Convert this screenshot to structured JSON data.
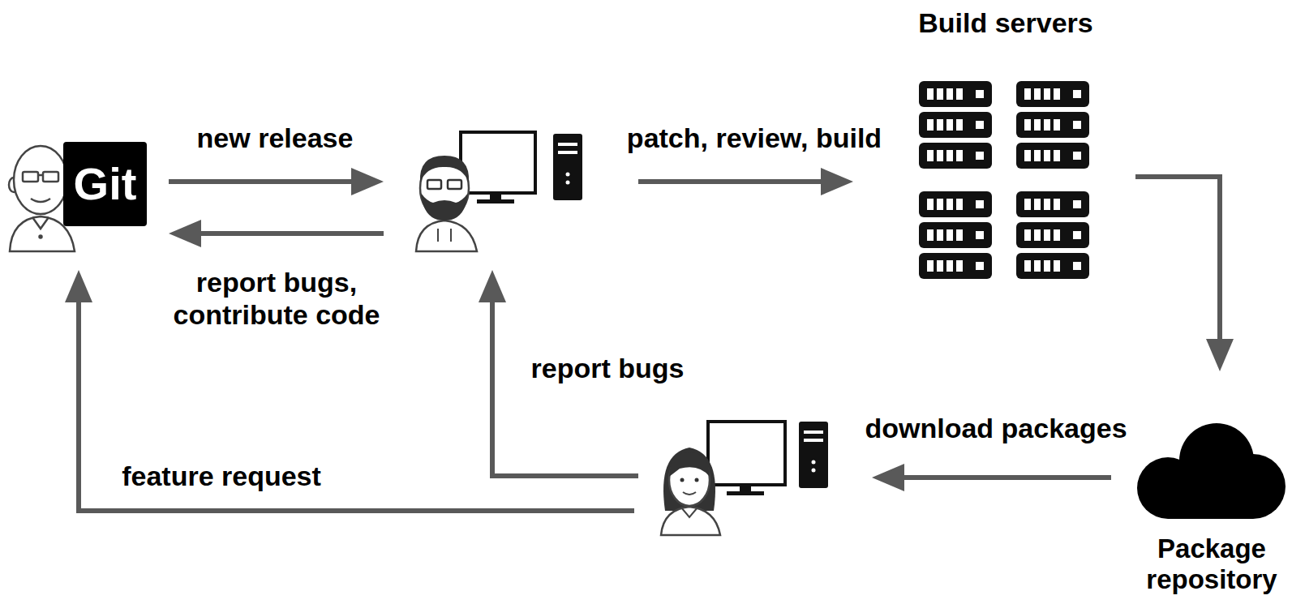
{
  "diagram": {
    "nodes": [
      {
        "text": [
          "Git"
        ]
      },
      {
        "text": []
      },
      {
        "text": [
          "Build servers"
        ]
      },
      {
        "text": [
          "Package repository"
        ]
      },
      {
        "text": []
      }
    ],
    "edges": [
      {
        "from": 0,
        "to": 1,
        "label": "new release",
        "arrow": "to"
      },
      {
        "from": 1,
        "to": 0,
        "label": "report bugs, contribute code",
        "arrow": "to"
      },
      {
        "from": 1,
        "to": 2,
        "label": "patch, review, build",
        "arrow": "to"
      },
      {
        "from": 2,
        "to": 3,
        "arrow": "to"
      },
      {
        "from": 3,
        "to": 4,
        "label": "download packages",
        "arrow": "to"
      },
      {
        "from": 4,
        "to": 1,
        "label": "report bugs",
        "arrow": "to"
      },
      {
        "from": 4,
        "to": 0,
        "label": "feature request",
        "arrow": "to"
      }
    ]
  }
}
